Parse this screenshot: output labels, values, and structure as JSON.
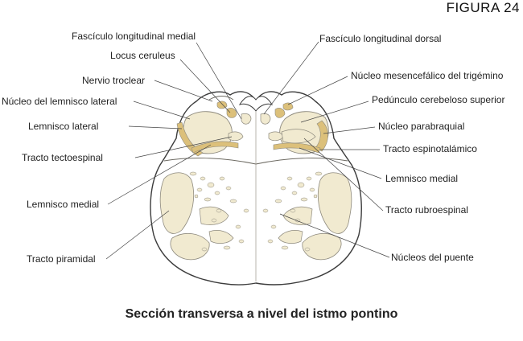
{
  "figure_label": "FIGURA 24",
  "caption": "Sección transversa a nivel del istmo pontino",
  "colors": {
    "tissue_fill": "#f1ead0",
    "tissue_stroke": "#8e8a7e",
    "nucleus_gold": "#dcc07a",
    "outline": "#3c3c3c",
    "leader": "#444444"
  },
  "labels": {
    "fasciculo_longitudinal_medial": "Fascículo longitudinal medial",
    "locus_ceruleus": "Locus ceruleus",
    "nervio_troclear": "Nervio troclear",
    "nucleo_lemnisco_lateral": "Núcleo del lemnisco lateral",
    "lemnisco_lateral": "Lemnisco lateral",
    "tracto_tectoespinal": "Tracto tectoespinal",
    "lemnisco_medial_left": "Lemnisco medial",
    "tracto_piramidal": "Tracto piramidal",
    "fasciculo_longitudinal_dorsal": "Fascículo longitudinal dorsal",
    "nucleo_mesencefalico_trigemino": "Núcleo mesencefálico del trigémino",
    "pedunculo_cerebeloso_superior": "Pedúnculo cerebeloso superior",
    "nucleo_parabraquial": "Núcleo parabraquial",
    "tracto_espinotalamico": "Tracto espinotalámico",
    "lemnisco_medial_right": "Lemnisco medial",
    "tracto_rubroespinal": "Tracto rubroespinal",
    "nucleos_puente": "Núcleos del puente"
  }
}
